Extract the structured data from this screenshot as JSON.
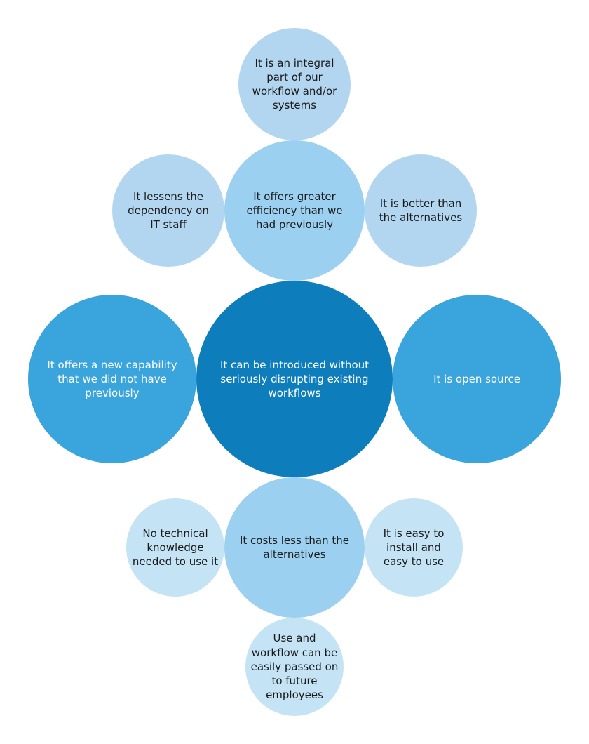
{
  "colors": {
    "center": "#0d7dbc",
    "ring_strong": "#3aa4dc",
    "ring_mid": "#9bd0f1",
    "outer_top": "#b3d6f0",
    "outer_bottom": "#c4e3f5"
  },
  "nodes": {
    "top": "It is an integral part of our workflow and/or systems",
    "upper_left": "It lessens the dependency on IT staff",
    "upper_center": "It offers greater efficiency than we had previously",
    "upper_right": "It is better than the alternatives",
    "center": "It can be introduced without seriously disrupting existing workflows",
    "left": "It offers a new capability that we did not have previously",
    "right": "It is open source",
    "lower_left": "No technical knowledge needed to use it",
    "lower_center": "It costs less than the alternatives",
    "lower_right": "It is easy to install and easy to use",
    "bottom": "Use and workflow can be easily passed on to future employees"
  }
}
